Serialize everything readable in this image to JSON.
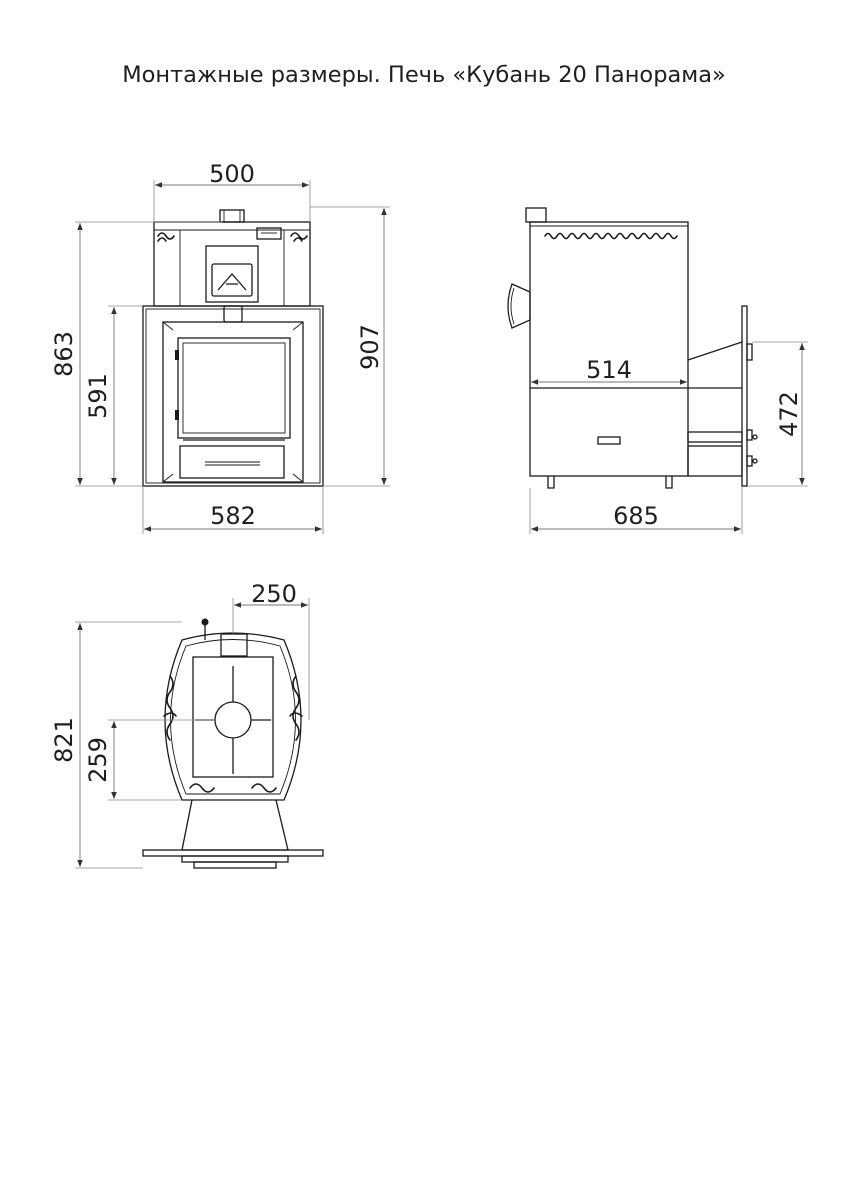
{
  "title": "Монтажные размеры. Печь «Кубань 20 Панорама»",
  "dimensions": {
    "front_top_width": "500",
    "front_height_total": "863",
    "front_height_portal": "591",
    "front_height_outer": "907",
    "front_bottom_width": "582",
    "side_inner_length": "514",
    "side_mount_height": "472",
    "side_total_length": "685",
    "top_offset": "250",
    "top_total_depth": "821",
    "top_center_offset": "259"
  }
}
